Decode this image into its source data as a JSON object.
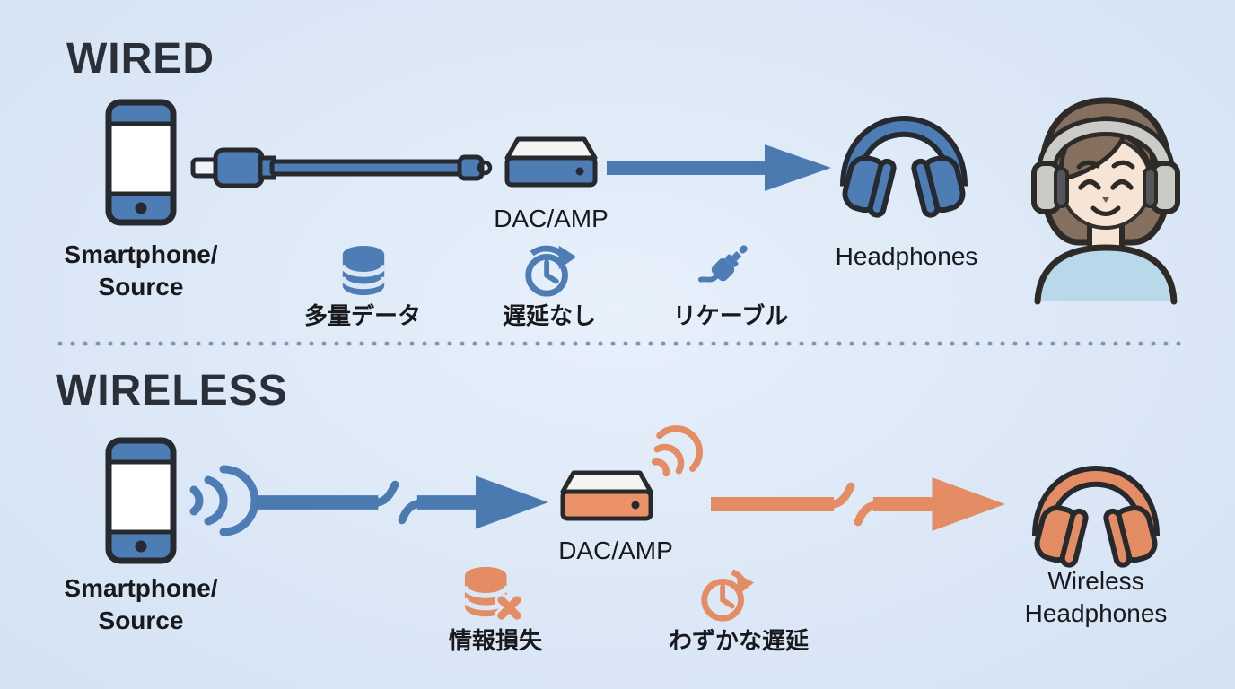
{
  "colors": {
    "background": "#dbe7f6",
    "blue": "#4d7db4",
    "arrow_blue": "#4b7ab1",
    "orange": "#e48c63",
    "outline": "#26292e",
    "text": "#17191c",
    "title": "#2b3038",
    "divider_dot": "#7f95ae",
    "dac_top": "#f4f4f2",
    "skin": "#f8e4d4",
    "hair": "#85705f",
    "shirt": "#b9d9ea",
    "headband_gray": "#cbcbc7"
  },
  "wired": {
    "title": "WIRED",
    "source_label": "Smartphone/\nSource",
    "dac_label": "DAC/AMP",
    "headphones_label": "Headphones",
    "features": [
      {
        "icon": "database-icon",
        "label": "多量データ"
      },
      {
        "icon": "clock-no-delay-icon",
        "label": "遅延なし"
      },
      {
        "icon": "jack-plug-icon",
        "label": "リケーブル"
      }
    ]
  },
  "wireless": {
    "title": "WIRELESS",
    "source_label": "Smartphone/\nSource",
    "dac_label": "DAC/AMP",
    "headphones_label": "Wireless\nHeadphones",
    "features": [
      {
        "icon": "database-loss-icon",
        "label": "情報損失"
      },
      {
        "icon": "clock-slight-delay-icon",
        "label": "わずかな遅延"
      }
    ]
  }
}
